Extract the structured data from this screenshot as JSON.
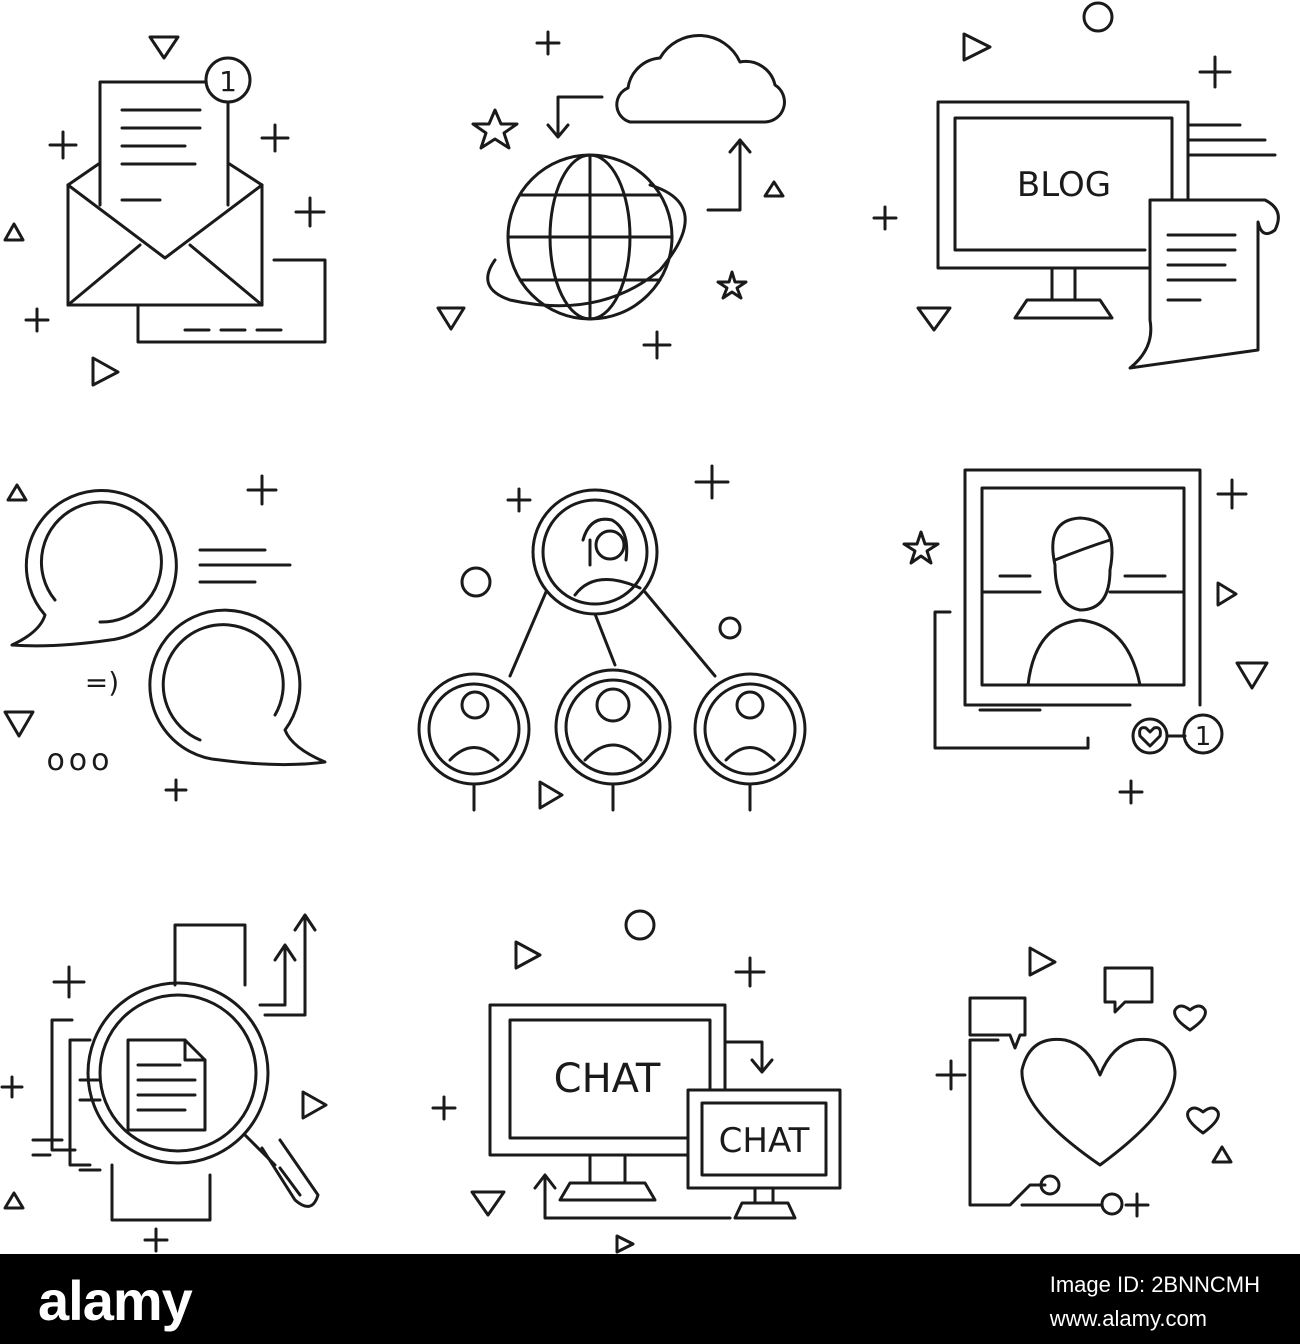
{
  "illustrations": {
    "mail_badge": "1",
    "blog_label": "BLOG",
    "chat_label_large": "CHAT",
    "chat_label_small": "CHAT",
    "photo_badge": "1",
    "smiley": "=)",
    "dots": "ooo",
    "stroke_color": "#1a1a1a"
  },
  "stock_bar": {
    "logo": "alamy",
    "image_id_label": "Image ID: 2BNNCMH",
    "site": "www.alamy.com",
    "background": "#000000"
  }
}
